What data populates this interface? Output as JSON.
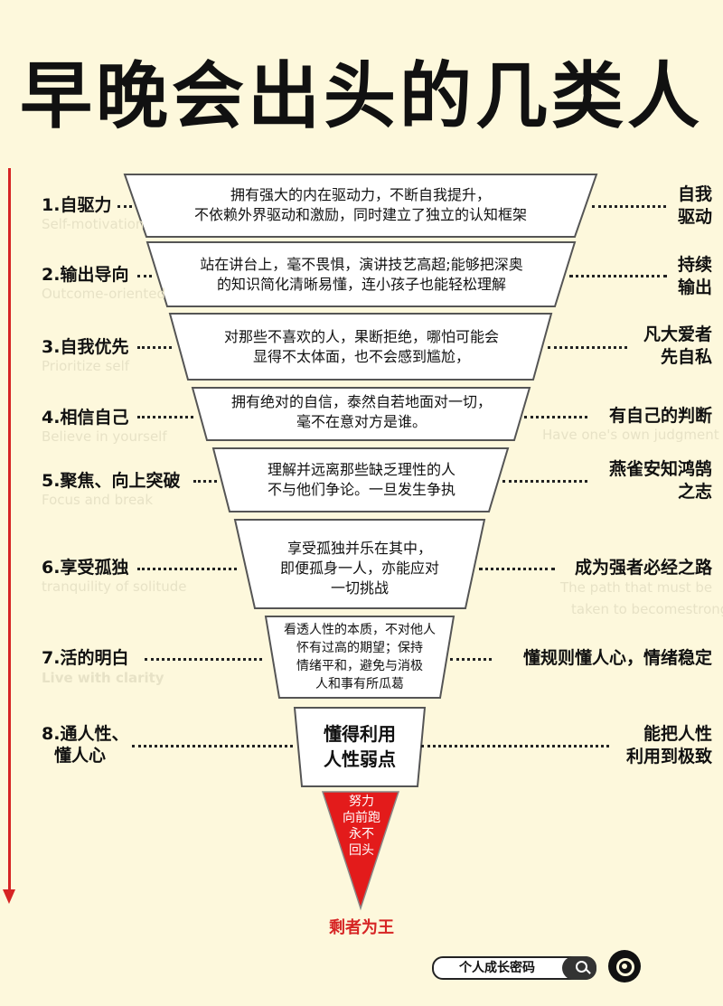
{
  "title": "早晚会出头的几类人",
  "rows": [
    {
      "label": "1.自驱力",
      "sub": "Self-motivation",
      "center": [
        "拥有强大的内在驱动力，不断自我提升，",
        "不依赖外界驱动和激励，同时建立了独立的认知框架"
      ],
      "right": [
        "自我",
        "驱动"
      ]
    },
    {
      "label": "2.输出导向",
      "sub": "Outcome-oriented",
      "center": [
        "站在讲台上，毫不畏惧，演讲技艺高超;能够把深奥",
        "的知识简化清晰易懂，连小孩子也能轻松理解"
      ],
      "right": [
        "持续",
        "输出"
      ]
    },
    {
      "label": "3.自我优先",
      "sub": "Prioritize self",
      "center": [
        "对那些不喜欢的人，果断拒绝，哪怕可能会",
        "显得不太体面，也不会感到尴尬，"
      ],
      "right": [
        "凡大爱者",
        "先自私"
      ]
    },
    {
      "label": "4.相信自己",
      "sub": "Believe in yourself",
      "center": [
        "拥有绝对的自信，泰然自若地面对一切，",
        "毫不在意对方是谁。"
      ],
      "right": [
        "有自己的判断"
      ],
      "right_sub": "Have one's own judgment"
    },
    {
      "label": "5.聚焦、向上突破",
      "sub": "Focus and break",
      "center": [
        "理解并远离那些缺乏理性的人",
        "不与他们争论。一旦发生争执"
      ],
      "right": [
        "燕雀安知鸿鹄",
        "之志"
      ]
    },
    {
      "label": "6.享受孤独",
      "sub": "tranquility of solitude",
      "center": [
        "享受孤独并乐在其中，",
        "即便孤身一人，亦能应对",
        "一切挑战"
      ],
      "right": [
        "成为强者必经之路"
      ],
      "right_sub": [
        "The path that must be",
        "taken to becomestrong"
      ]
    },
    {
      "label": "7.活的明白",
      "sub": "Live with clarity",
      "center": [
        "看透人性的本质，不对他人",
        "怀有过高的期望；保持",
        "情绪平和，避免与消极",
        "人和事有所瓜葛"
      ],
      "right": [
        "懂规则懂人心，情绪稳定"
      ]
    },
    {
      "label": [
        "8.通人性、",
        "懂人心"
      ],
      "center": [
        "懂得利用",
        "人性弱点"
      ],
      "right": [
        "能把人性",
        "利用到极致"
      ]
    }
  ],
  "tip": [
    "努力",
    "向前跑",
    "永不",
    "回头"
  ],
  "final": "剩者为王",
  "search": {
    "text": "个人成长密码"
  },
  "colors": {
    "accent": "#d62424",
    "background": "#fdf8dc",
    "box": "#ffffff",
    "border": "#555555"
  }
}
